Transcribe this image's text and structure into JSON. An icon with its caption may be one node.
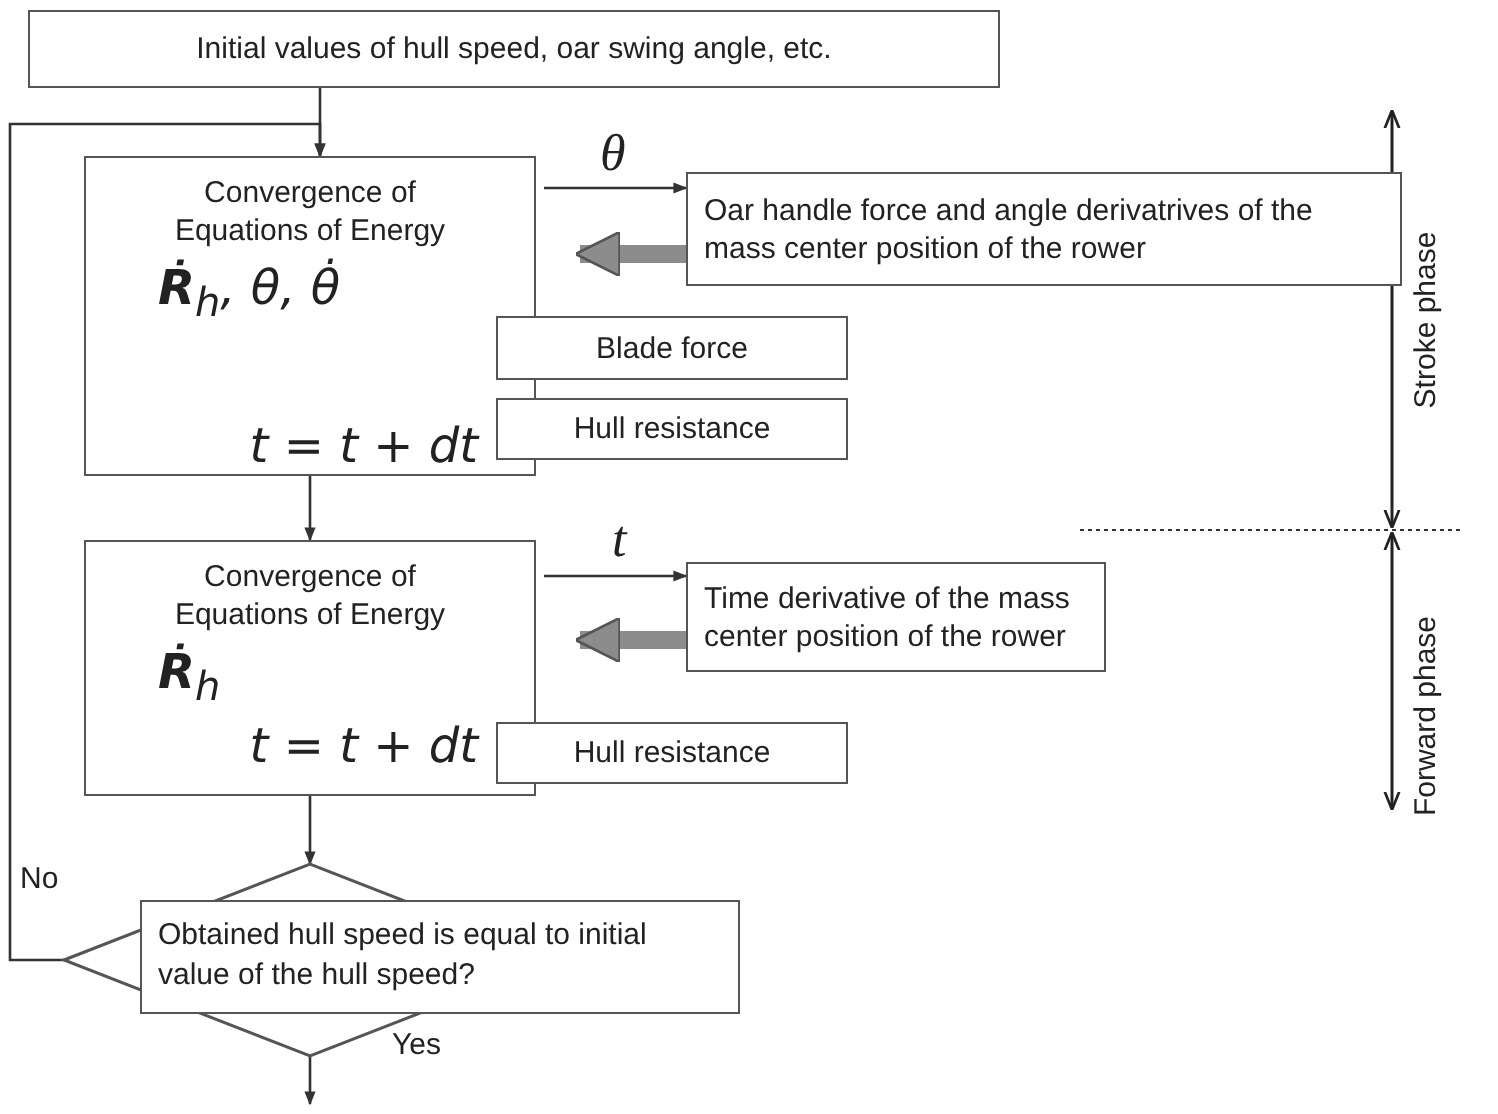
{
  "diagram": {
    "nodes": [
      {
        "text": [
          "Initial values of hull speed, oar swing angle, etc."
        ]
      },
      {
        "text": [
          "Convergence of Equations of Energy",
          "**Ṙ**$_{h}$, θ, θ̇",
          "t = t + dt"
        ]
      },
      {
        "text": [
          "Oar handle force and angle derivatrives of the mass center position of the rower"
        ]
      },
      {
        "text": [
          "Blade force"
        ]
      },
      {
        "text": [
          "Hull resistance"
        ]
      },
      {
        "text": [
          "Convergence of Equations of Energy",
          "**Ṙ**$_{h}$",
          "t = t + dt"
        ]
      },
      {
        "text": [
          "Time derivative of the mass center position of the rower"
        ]
      },
      {
        "text": [
          "Hull resistance"
        ]
      },
      {
        "text": [
          "Obtained hull speed is equal to initial value of the hull speed?"
        ]
      }
    ],
    "edges": [
      {
        "from": 0,
        "to": 1,
        "arrow": "to"
      },
      {
        "from": 1,
        "to": 2,
        "arrow": "to",
        "label": "θ"
      },
      {
        "from": 2,
        "to": 1,
        "arrow": "to",
        "style": "thick",
        "color": "#8c8c8c"
      },
      {
        "from": 1,
        "to": 5,
        "arrow": "to"
      },
      {
        "from": 5,
        "to": 6,
        "arrow": "to",
        "label": "t"
      },
      {
        "from": 6,
        "to": 5,
        "arrow": "to",
        "style": "thick",
        "color": "#8c8c8c"
      },
      {
        "from": 5,
        "to": 8,
        "arrow": "to"
      },
      {
        "from": 8,
        "to": 1,
        "arrow": "to",
        "label": "No"
      },
      {
        "from": 8,
        "to": null,
        "arrow": "to",
        "label": "Yes"
      }
    ],
    "labels": [
      "Stroke phase",
      "Forward phase"
    ]
  }
}
